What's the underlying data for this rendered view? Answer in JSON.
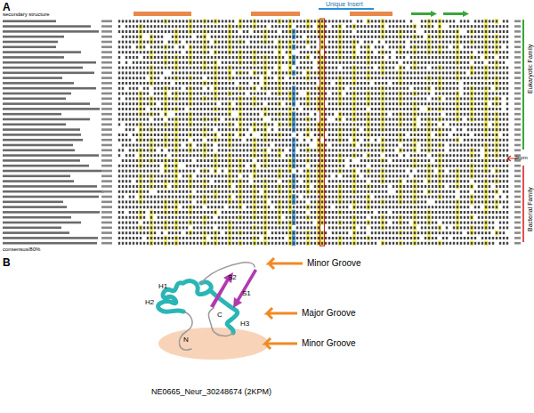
{
  "diagram": {
    "labels": [
      "A",
      "secondary structure",
      "Unique Insert",
      "Eukaryotic Family",
      "2kpm",
      "Bacterial Family",
      "consensus/80%",
      "B",
      "Minor Groove",
      "Major Groove",
      "Minor Groove",
      "H1",
      "H2",
      "S2",
      "S1",
      "C",
      "H3",
      "N",
      "NE0665_Neur_30248674 (2KPM)"
    ]
  }
}
